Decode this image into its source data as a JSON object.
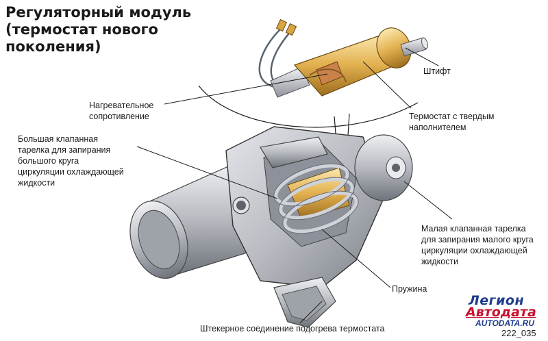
{
  "title": {
    "line1": "Регуляторный модуль",
    "line2": "(термостат нового",
    "line3": "поколения)"
  },
  "labels": {
    "pin": "Штифт",
    "heater_line1": "Нагревательное",
    "heater_line2": "сопротивление",
    "thermostat_line1": "Термостат с твердым",
    "thermostat_line2": "наполнителем",
    "big_valve_line1": "Большая клапанная",
    "big_valve_line2": "тарелка для запирания",
    "big_valve_line3": "большого круга",
    "big_valve_line4": "циркуляции охлаждающей",
    "big_valve_line5": "жидкости",
    "small_valve_line1": "Малая клапанная тарелка",
    "small_valve_line2": "для запирания малого круга",
    "small_valve_line3": "циркуляции охлаждающей",
    "small_valve_line4": "жидкости",
    "spring": "Пружина",
    "connector": "Штекерное соединение подогрева термостата"
  },
  "logo": {
    "line1": "Легион",
    "line2": "Автодата",
    "line3": "AUTODATA.RU"
  },
  "figure_number": "222_035",
  "colors": {
    "housing": "#b9bcc2",
    "housing_dark": "#7d8189",
    "brass": "#d9a441",
    "heater": "#c9824a",
    "leader": "#1a1a1a"
  }
}
